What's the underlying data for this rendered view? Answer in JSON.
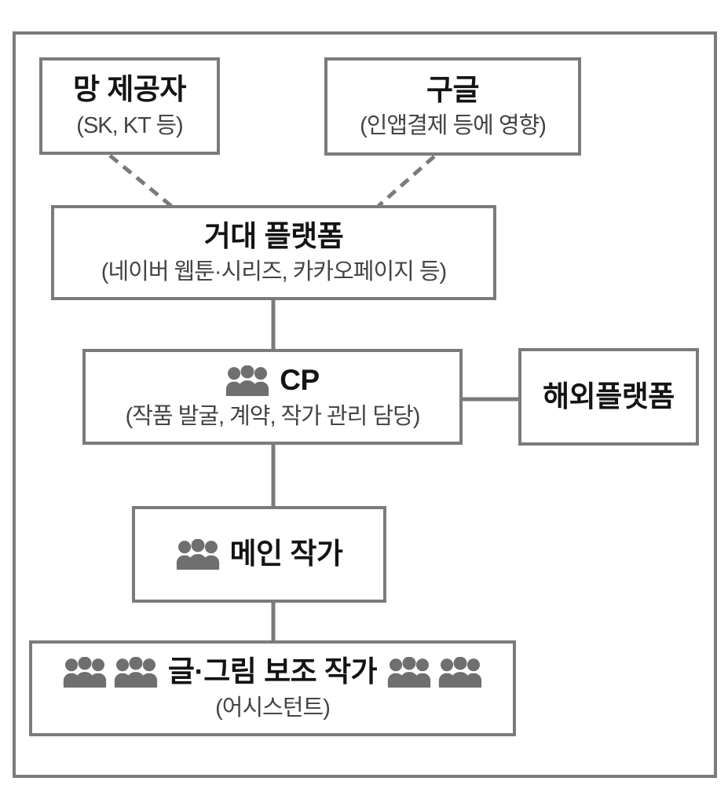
{
  "colors": {
    "background": "#ffffff",
    "box_border": "#7b7b7b",
    "connector": "#7b7b7b",
    "title_text": "#141414",
    "subtitle_text": "#444444",
    "icon": "#6f6f6f"
  },
  "nodes": {
    "network_provider": {
      "title": "망 제공자",
      "subtitle": "(SK, KT 등)"
    },
    "google": {
      "title": "구글",
      "subtitle": "(인앱결제 등에 영향)"
    },
    "giant_platform": {
      "title": "거대 플랫폼",
      "subtitle": "(네이버 웹툰·시리즈, 카카오페이지 등)"
    },
    "cp": {
      "title": "CP",
      "subtitle": "(작품 발굴, 계약, 작가 관리 담당)"
    },
    "overseas_platform": {
      "title": "해외플랫폼"
    },
    "main_author": {
      "title": "메인 작가"
    },
    "assistant_authors": {
      "title": "글·그림 보조 작가",
      "subtitle": "(어시스턴트)"
    }
  },
  "connections": [
    {
      "from": "network_provider",
      "to": "giant_platform",
      "style": "dashed"
    },
    {
      "from": "google",
      "to": "giant_platform",
      "style": "dashed"
    },
    {
      "from": "giant_platform",
      "to": "cp",
      "style": "solid"
    },
    {
      "from": "cp",
      "to": "overseas_platform",
      "style": "solid"
    },
    {
      "from": "cp",
      "to": "main_author",
      "style": "solid"
    },
    {
      "from": "main_author",
      "to": "assistant_authors",
      "style": "solid"
    }
  ],
  "icons": {
    "people_group": "people-group-icon"
  }
}
